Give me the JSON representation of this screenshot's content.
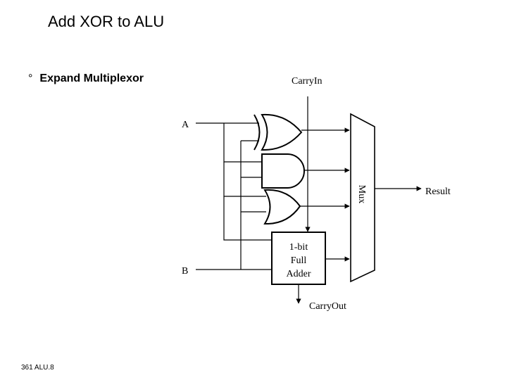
{
  "slide": {
    "title": "Add XOR to ALU",
    "bullet_marker": "°",
    "bullet_text": "Expand Multiplexor",
    "footer": "361 ALU.8"
  },
  "diagram": {
    "carry_in": "CarryIn",
    "carry_out": "CarryOut",
    "input_a": "A",
    "input_b": "B",
    "mux_label": "Mux",
    "result": "Result",
    "adder_line1": "1-bit",
    "adder_line2": "Full",
    "adder_line3": "Adder"
  }
}
